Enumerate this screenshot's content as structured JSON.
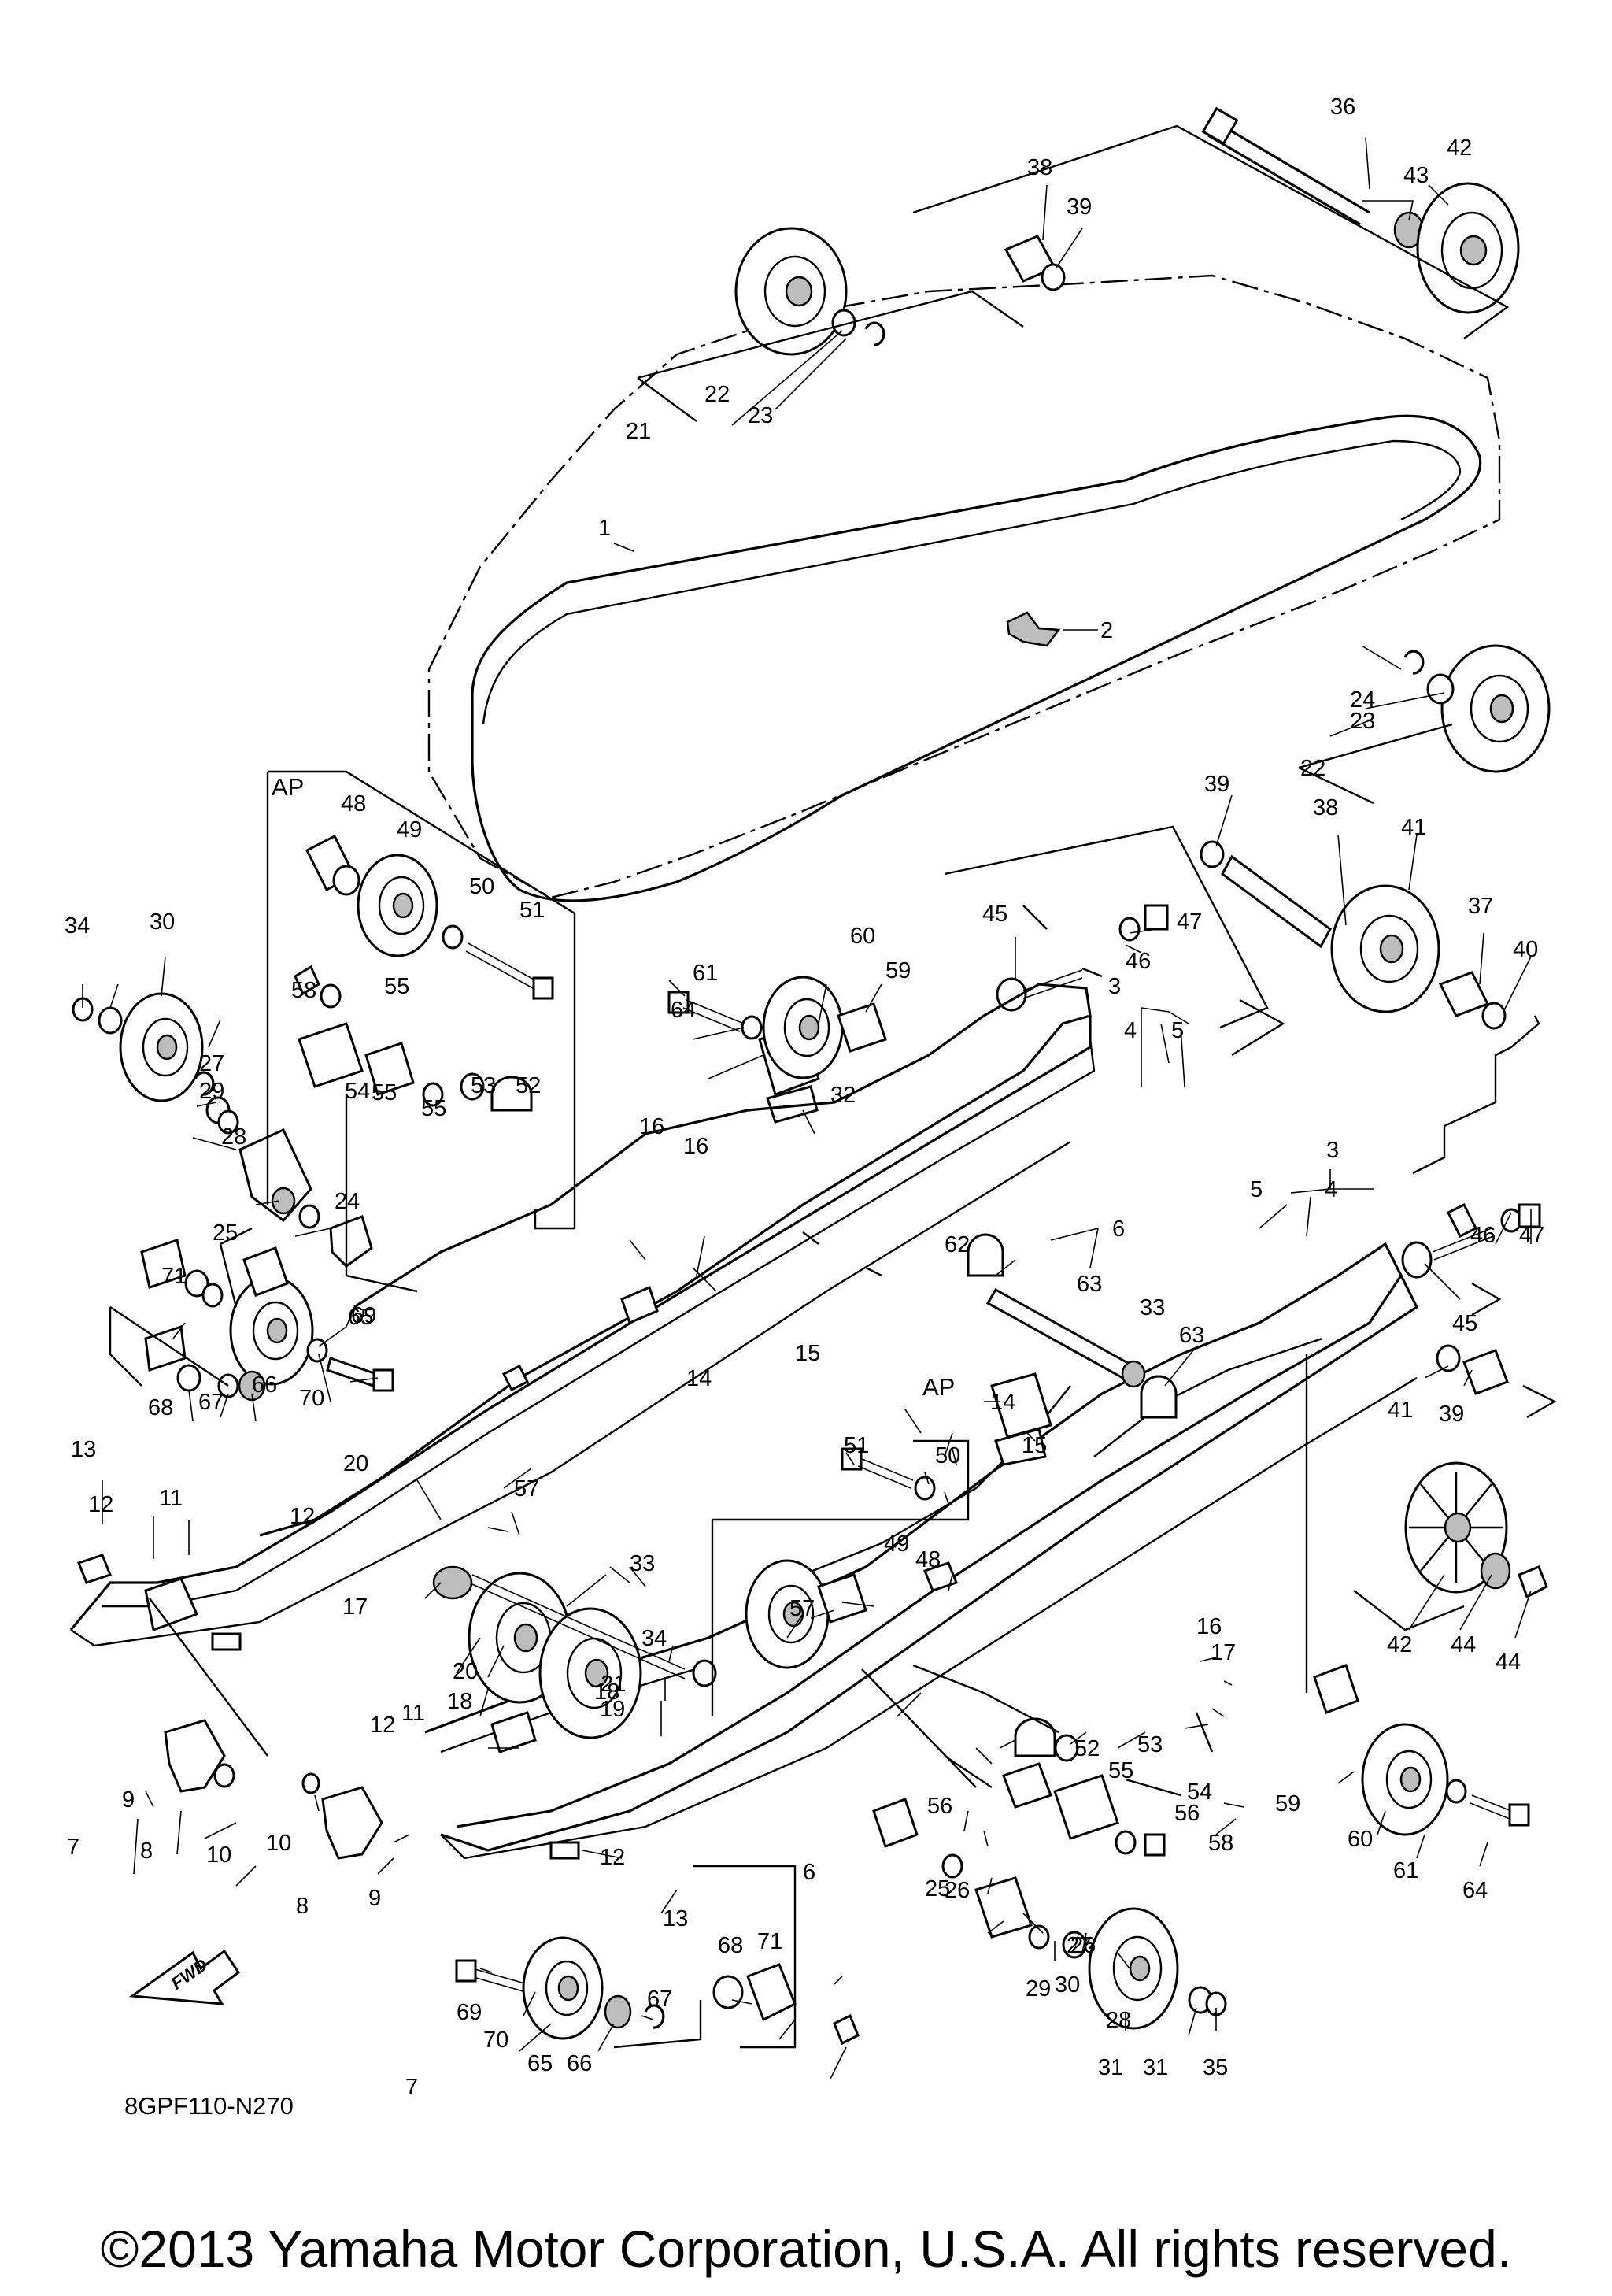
{
  "diagram_code": "8GPF110-N270",
  "copyright": "©2013 Yamaha Motor Corporation, U.S.A. All rights reserved.",
  "fwd_label": "FWD",
  "ap_label": "AP",
  "callouts": [
    "1",
    "2",
    "3",
    "3",
    "4",
    "4",
    "5",
    "5",
    "6",
    "6",
    "7",
    "7",
    "8",
    "8",
    "9",
    "9",
    "10",
    "10",
    "11",
    "11",
    "12",
    "12",
    "12",
    "12",
    "13",
    "13",
    "14",
    "14",
    "15",
    "15",
    "16",
    "16",
    "16",
    "17",
    "17",
    "18",
    "18",
    "19",
    "20",
    "20",
    "21",
    "21",
    "22",
    "22",
    "23",
    "23",
    "24",
    "24",
    "25",
    "25",
    "26",
    "26",
    "27",
    "27",
    "28",
    "28",
    "29",
    "29",
    "30",
    "30",
    "31",
    "31",
    "32",
    "33",
    "33",
    "34",
    "34",
    "35",
    "36",
    "37",
    "38",
    "38",
    "39",
    "39",
    "39",
    "40",
    "41",
    "41",
    "42",
    "42",
    "43",
    "44",
    "44",
    "45",
    "45",
    "46",
    "46",
    "47",
    "47",
    "48",
    "48",
    "49",
    "49",
    "50",
    "50",
    "51",
    "51",
    "52",
    "52",
    "53",
    "53",
    "54",
    "54",
    "55",
    "55",
    "55",
    "55",
    "56",
    "56",
    "57",
    "57",
    "58",
    "58",
    "59",
    "59",
    "60",
    "60",
    "61",
    "61",
    "62",
    "63",
    "63",
    "64",
    "64",
    "65",
    "65",
    "66",
    "66",
    "67",
    "67",
    "68",
    "68",
    "69",
    "69",
    "70",
    "70",
    "71",
    "71"
  ]
}
